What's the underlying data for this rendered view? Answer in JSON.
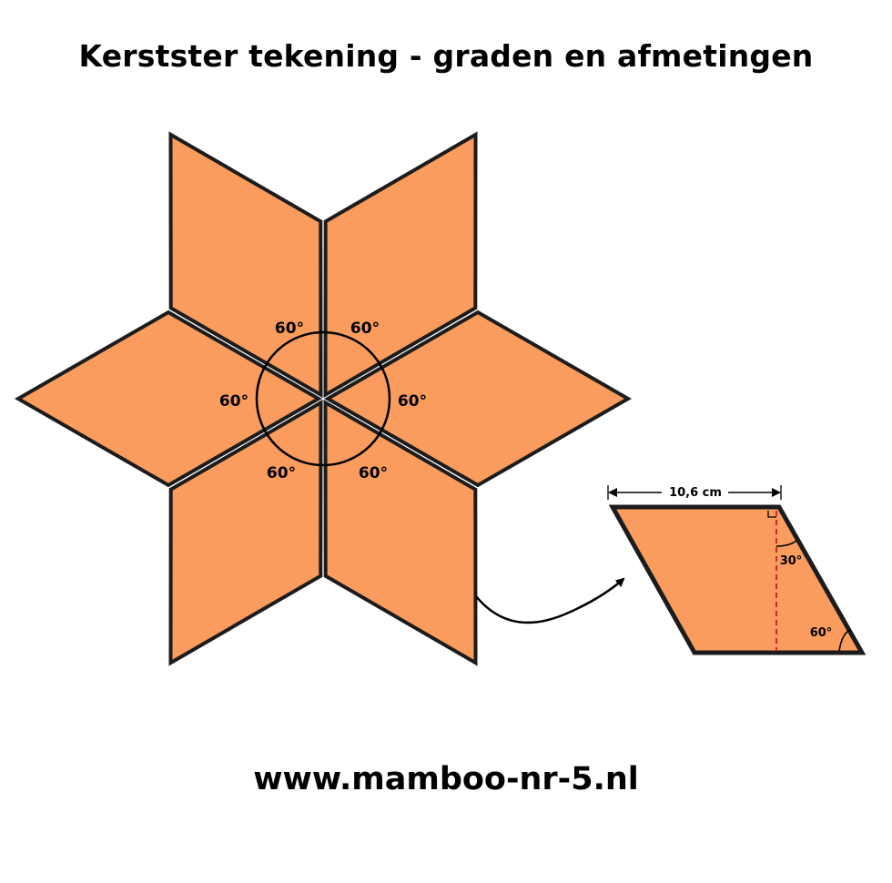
{
  "title": "Kerstster tekening - graden en afmetingen",
  "website": "www.mamboo-nr-5.nl",
  "colors": {
    "fill": "#f99c5e",
    "stroke": "#1c1c1c",
    "guide": "#c0302a"
  },
  "star": {
    "angle_labels": [
      "60°",
      "60°",
      "60°",
      "60°",
      "60°",
      "60°"
    ]
  },
  "detail": {
    "width_label": "10,6 cm",
    "inner_angle_label": "30°",
    "corner_angle_label": "60°"
  }
}
